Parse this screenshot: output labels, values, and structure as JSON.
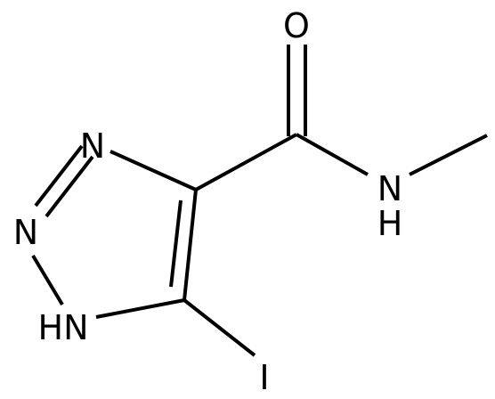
{
  "molecule": {
    "atoms": {
      "O": "O",
      "N_amide": "N",
      "H_amide": "H",
      "N3": "N",
      "N2": "N",
      "N1H": "HN",
      "I": "I"
    }
  }
}
